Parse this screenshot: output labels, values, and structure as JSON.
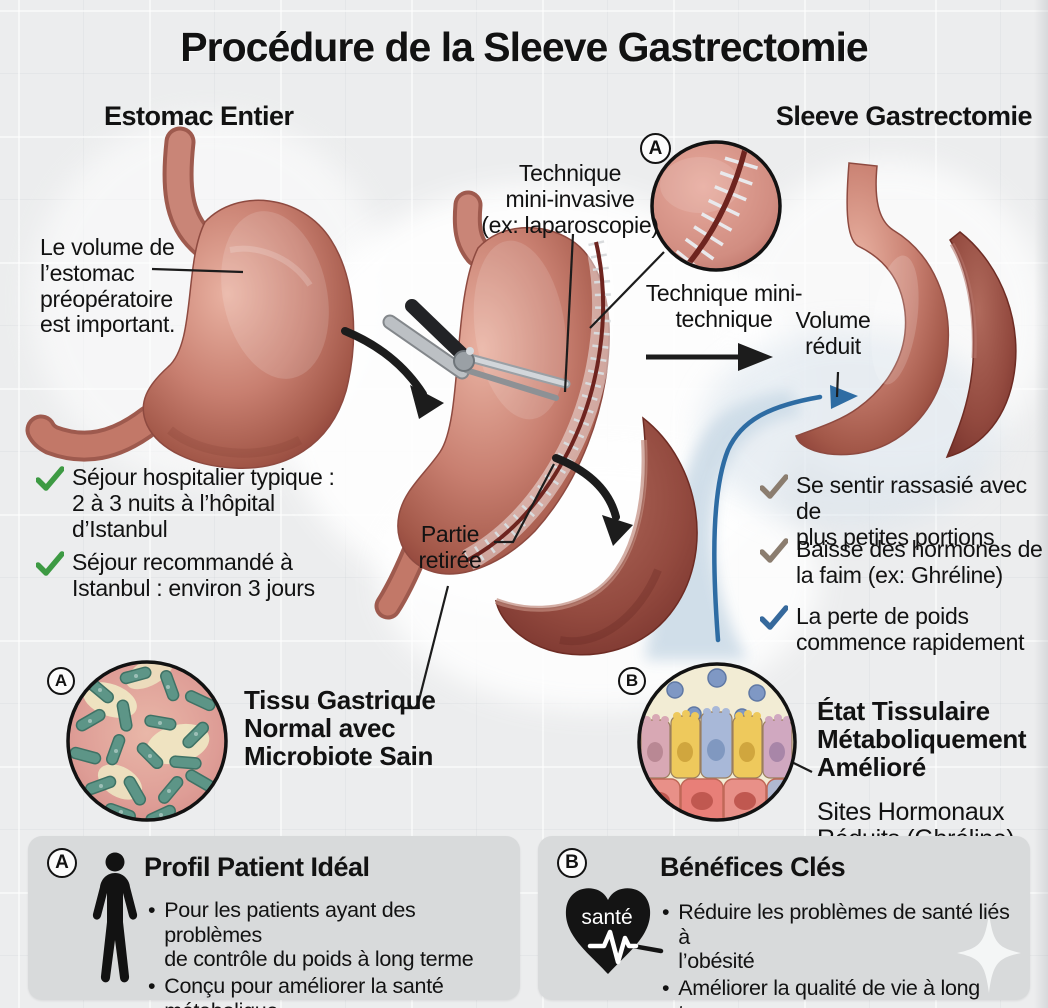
{
  "title": "Procédure de la Sleeve Gastrectomie",
  "headers": {
    "left": "Estomac Entier",
    "right": "Sleeve Gastrectomie"
  },
  "markers": {
    "a": "A",
    "b": "B"
  },
  "annotations": {
    "preop_volume": "Le volume de\nl’estomac\npréopératoire\nest important.",
    "technique_invasive": "Technique\nmini-invasive\n(ex: laparoscopie)",
    "technique_mini": "Technique mini-\ntechnique",
    "volume_reduit": "Volume\nréduit",
    "partie_retiree": "Partie\nretirée"
  },
  "left_checklist": {
    "check_color": "#3d9a43",
    "items": [
      {
        "text": "Séjour hospitalier typique :\n2 à 3 nuits à l’hôpital\nd’Istanbul"
      },
      {
        "text": "Séjour recommandé à\nIstanbul : environ 3 jours"
      }
    ]
  },
  "right_checklist": {
    "items": [
      {
        "text": "Se sentir rassasié avec de\nplus petites portions",
        "check_color": "#8b7d6f"
      },
      {
        "text": "Baisse des hormones de\nla faim (ex: Ghréline)",
        "check_color": "#8b7d6f"
      },
      {
        "text": "La perte de poids\ncommence rapidement",
        "check_color": "#36699c"
      }
    ]
  },
  "microbiome_label": "Tissu Gastrique\nNormal avec\nMicrobiote Sain",
  "tissue_label": {
    "bold": "État Tissulaire\nMétaboliquement\nAmélioré",
    "regular": "Sites Hormonaux\nRéduits (Ghréline)"
  },
  "panel_a": {
    "marker": "A",
    "title": "Profil Patient Idéal",
    "bullet_char": "•",
    "bullets": [
      {
        "text": "Pour les patients ayant des problèmes\nde contrôle du poids à long terme"
      },
      {
        "text": "Conçu pour améliorer la santé\nmétabolique"
      }
    ]
  },
  "panel_b": {
    "marker": "B",
    "title": "Bénéfices Clés",
    "heart_label": "santé",
    "bullet_char": "•",
    "bullets": [
      {
        "text": "Réduire les problèmes de santé liés à\nl’obésité"
      },
      {
        "text": "Améliorer la qualité de vie à long terme"
      }
    ]
  }
}
